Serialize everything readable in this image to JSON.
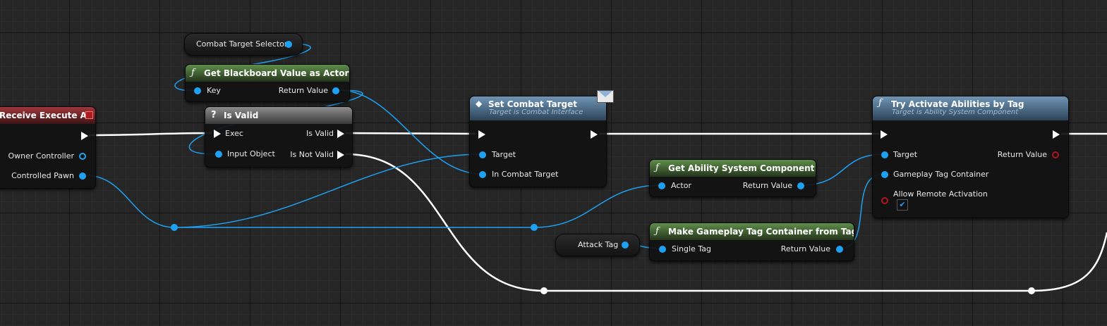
{
  "nodes": {
    "receive_execute_ai": {
      "title": "Receive Execute AI",
      "pins": {
        "owner_controller": "Owner Controller",
        "controlled_pawn": "Controlled Pawn"
      }
    },
    "combat_target_selector": {
      "label": "Combat Target Selector"
    },
    "get_blackboard_value": {
      "icon": "function-icon",
      "title": "Get Blackboard Value as Actor",
      "pins": {
        "key": "Key",
        "return_value": "Return Value"
      }
    },
    "is_valid": {
      "icon": "question-icon",
      "title": "Is Valid",
      "pins": {
        "exec": "Exec",
        "input_object": "Input Object",
        "is_valid": "Is Valid",
        "is_not_valid": "Is Not Valid"
      }
    },
    "set_combat_target": {
      "icon": "interface-message-icon",
      "title": "Set Combat Target",
      "subtitle": "Target is Combat Interface",
      "pins": {
        "target": "Target",
        "in_combat_target": "In Combat Target"
      }
    },
    "get_ability_system_component": {
      "icon": "function-icon",
      "title": "Get Ability System Component",
      "pins": {
        "actor": "Actor",
        "return_value": "Return Value"
      }
    },
    "attack_tag": {
      "label": "Attack Tag"
    },
    "make_gameplay_tag_container": {
      "icon": "function-icon",
      "title": "Make Gameplay Tag Container from Tag",
      "pins": {
        "single_tag": "Single Tag",
        "return_value": "Return Value"
      }
    },
    "try_activate_abilities": {
      "icon": "function-icon",
      "title": "Try Activate Abilities by Tag",
      "subtitle": "Target is Ability System Component",
      "pins": {
        "target": "Target",
        "return_value": "Return Value",
        "gameplay_tag_container": "Gameplay Tag Container",
        "allow_remote_activation": "Allow Remote Activation",
        "allow_remote_activation_checked": true
      }
    }
  },
  "colors": {
    "object_pin": "#1ea1f2",
    "exec_wire": "#ffffff",
    "bool_pin": "#b0141a",
    "function_header": "#5f8e4a",
    "interface_header": "#6f95b5",
    "event_header": "#a0363a",
    "macro_header": "#8d8d8d"
  }
}
